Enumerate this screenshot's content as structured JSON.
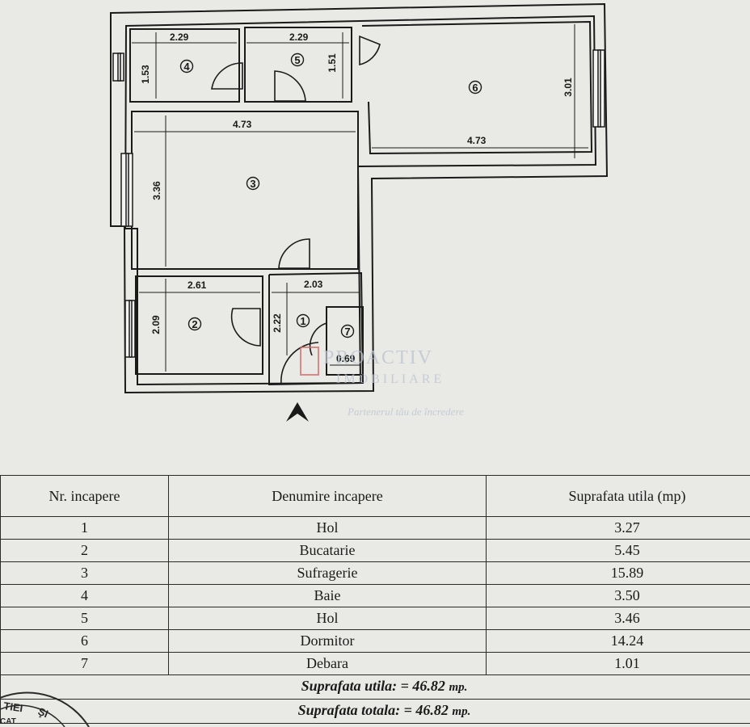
{
  "plan": {
    "dimensions": {
      "r4_width": "2.29",
      "r4_height": "1.53",
      "r5_width": "2.29",
      "r5_height": "1.51",
      "r6_height": "3.01",
      "r6_width": "4.73",
      "r3_width": "4.73",
      "r3_height": "3.36",
      "r2_width": "2.61",
      "r2_height": "2.09",
      "r1_width": "2.03",
      "r1_height": "2.22",
      "r7_width": "0.69"
    },
    "room_numbers": [
      "1",
      "2",
      "3",
      "4",
      "5",
      "6",
      "7"
    ],
    "watermark": {
      "line1": "PROACTIV",
      "line2": "IMOBILIARE",
      "tagline": "Partenerul tău de încredere"
    },
    "north_arrow_icon": "north-arrow-icon"
  },
  "table": {
    "headers": [
      "Nr. incapere",
      "Denumire incapere",
      "Suprafata utila (mp)"
    ],
    "rows": [
      [
        "1",
        "Hol",
        "3.27"
      ],
      [
        "2",
        "Bucatarie",
        "5.45"
      ],
      [
        "3",
        "Sufragerie",
        "15.89"
      ],
      [
        "4",
        "Baie",
        "3.50"
      ],
      [
        "5",
        "Hol",
        "3.46"
      ],
      [
        "6",
        "Dormitor",
        "14.24"
      ],
      [
        "7",
        "Debara",
        "1.01"
      ]
    ],
    "utila_label": "Suprafata utila: = 46.82",
    "utila_unit": "mp.",
    "totala_label": "Suprafata totala: = 46.82",
    "totala_unit": "mp."
  },
  "stamp": {
    "text1": "TIEI",
    "text2": "ŞI",
    "text3": "CAT"
  }
}
